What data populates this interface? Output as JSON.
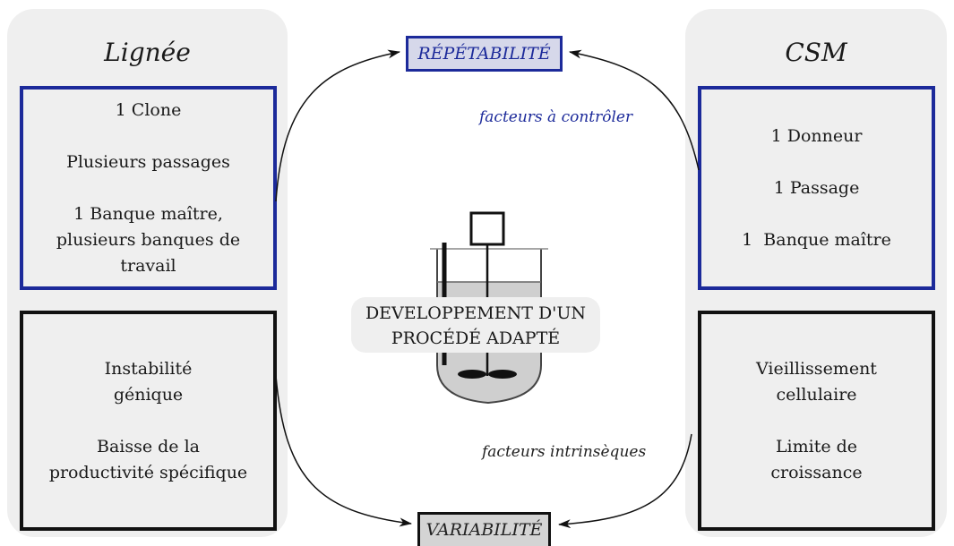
{
  "left": {
    "title": "Lignée",
    "blue_box": [
      "1 Clone",
      "Plusieurs passages",
      "1 Banque maître,",
      "plusieurs banques de",
      "travail"
    ],
    "black_box": [
      "Instabilité",
      "génique",
      "Baisse de la",
      "productivité spécifique"
    ]
  },
  "right": {
    "title": "CSM",
    "blue_box": [
      "1 Donneur",
      "1 Passage",
      "1  Banque maître"
    ],
    "black_box": [
      "Vieillissement",
      "cellulaire",
      "Limite de",
      "croissance"
    ]
  },
  "top_tag": "RÉPÉTABILITÉ",
  "bottom_tag": "VARIABILITÉ",
  "note_top": "facteurs à contrôler",
  "note_bottom": "facteurs intrinsèques",
  "center": [
    "DEVELOPPEMENT D'UN",
    "PROCÉDÉ ADAPTÉ"
  ],
  "colors": {
    "blue": "#1c2a9a",
    "panel": "#efefef",
    "tag_top_fill": "#d6d8ea"
  }
}
